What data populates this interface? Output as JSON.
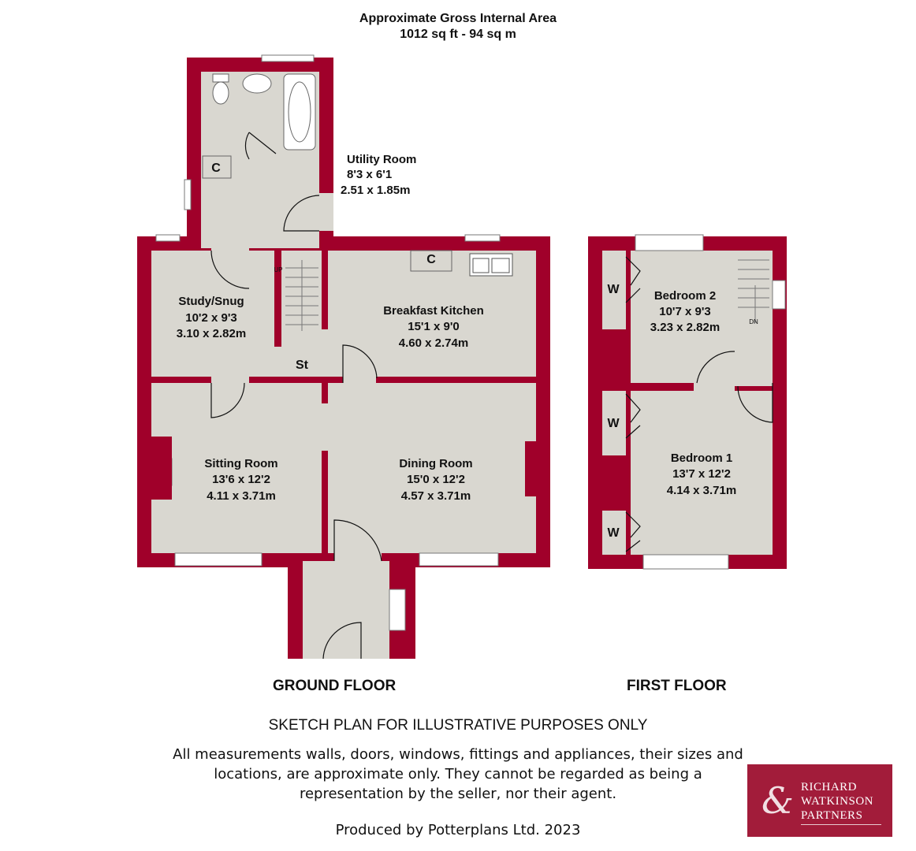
{
  "header": {
    "title": "Approximate Gross Internal Area",
    "area": "1012 sq ft - 94 sq m"
  },
  "floors": {
    "ground": "GROUND FLOOR",
    "first": "FIRST FLOOR"
  },
  "rooms": {
    "utility": {
      "name": "Utility Room",
      "imperial": "8'3 x 6'1",
      "metric": "2.51 x 1.85m"
    },
    "study": {
      "name": "Study/Snug",
      "imperial": "10'2 x 9'3",
      "metric": "3.10 x 2.82m"
    },
    "kitchen": {
      "name": "Breakfast Kitchen",
      "imperial": "15'1 x 9'0",
      "metric": "4.60 x 2.74m"
    },
    "sitting": {
      "name": "Sitting Room",
      "imperial": "13'6 x 12'2",
      "metric": "4.11 x 3.71m"
    },
    "dining": {
      "name": "Dining Room",
      "imperial": "15'0 x 12'2",
      "metric": "4.57 x 3.71m"
    },
    "bedroom2": {
      "name": "Bedroom 2",
      "imperial": "10'7 x 9'3",
      "metric": "3.23 x 2.82m"
    },
    "bedroom1": {
      "name": "Bedroom 1",
      "imperial": "13'7 x 12'2",
      "metric": "4.14 x 3.71m"
    }
  },
  "markers": {
    "cupboard": "C",
    "store": "St",
    "wardrobe": "W",
    "stairs_up": "UP",
    "stairs_down": "DN"
  },
  "disclaimer": {
    "heading": "SKETCH PLAN FOR ILLUSTRATIVE PURPOSES ONLY",
    "line1": "All measurements walls, doors, windows, fittings and appliances, their sizes and",
    "line2": "locations, are approximate only. They cannot be regarded as being a",
    "line3": "representation by the seller, nor their agent."
  },
  "credit": "Produced by Potterplans Ltd. 2023",
  "logo": {
    "monogram": "&",
    "line1": "RICHARD",
    "line2": "WATKINSON",
    "line3": "PARTNERS"
  },
  "colors": {
    "wall": "#a0002a",
    "floor": "#d9d7d0",
    "brand": "#a21c3a"
  }
}
